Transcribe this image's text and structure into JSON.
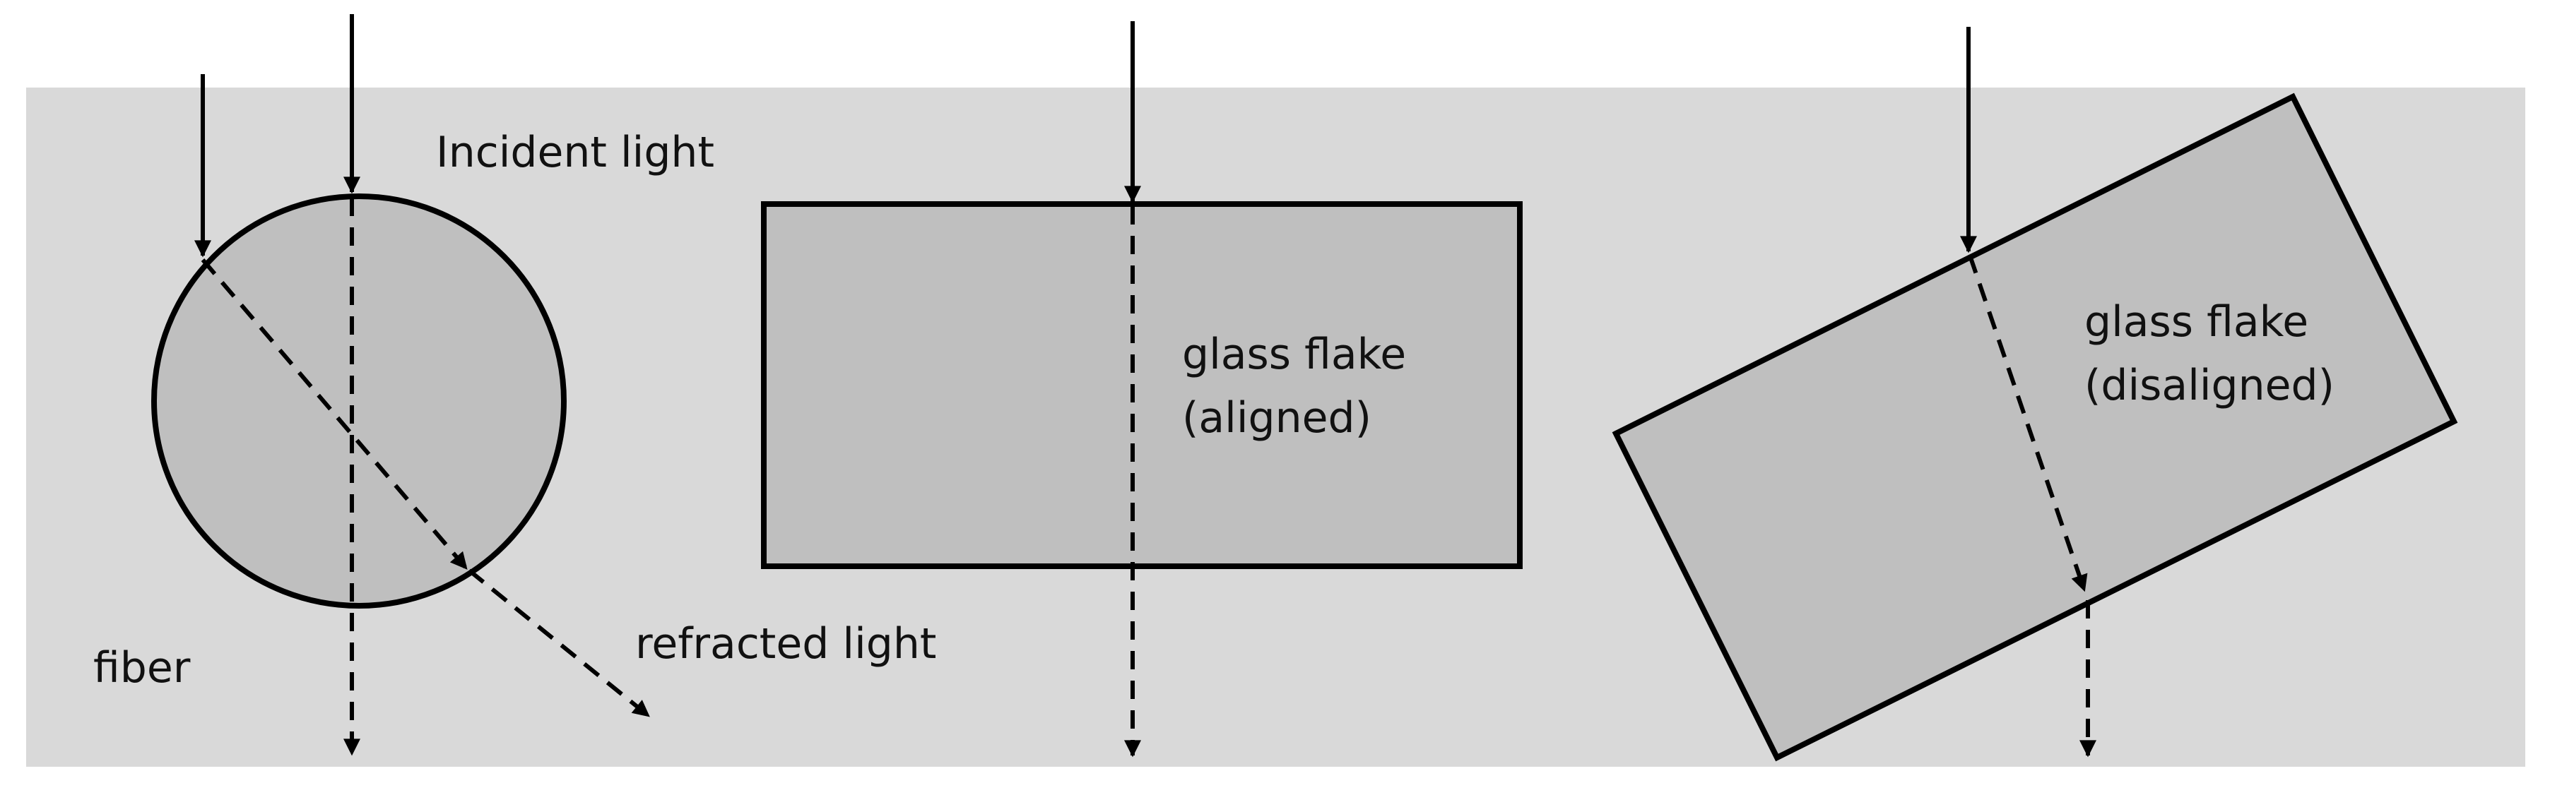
{
  "labels": {
    "incident_light": "Incident light",
    "fiber": "fiber",
    "refracted_light": "refracted light",
    "flake_aligned_line1": "glass flake",
    "flake_aligned_line2": "(aligned)",
    "flake_disaligned_line1": "glass flake",
    "flake_disaligned_line2": "(disaligned)"
  },
  "colors": {
    "background_panel": "#d9d9d9",
    "shape_fill": "#bfbfbf",
    "stroke": "#000000",
    "text": "#111111"
  }
}
